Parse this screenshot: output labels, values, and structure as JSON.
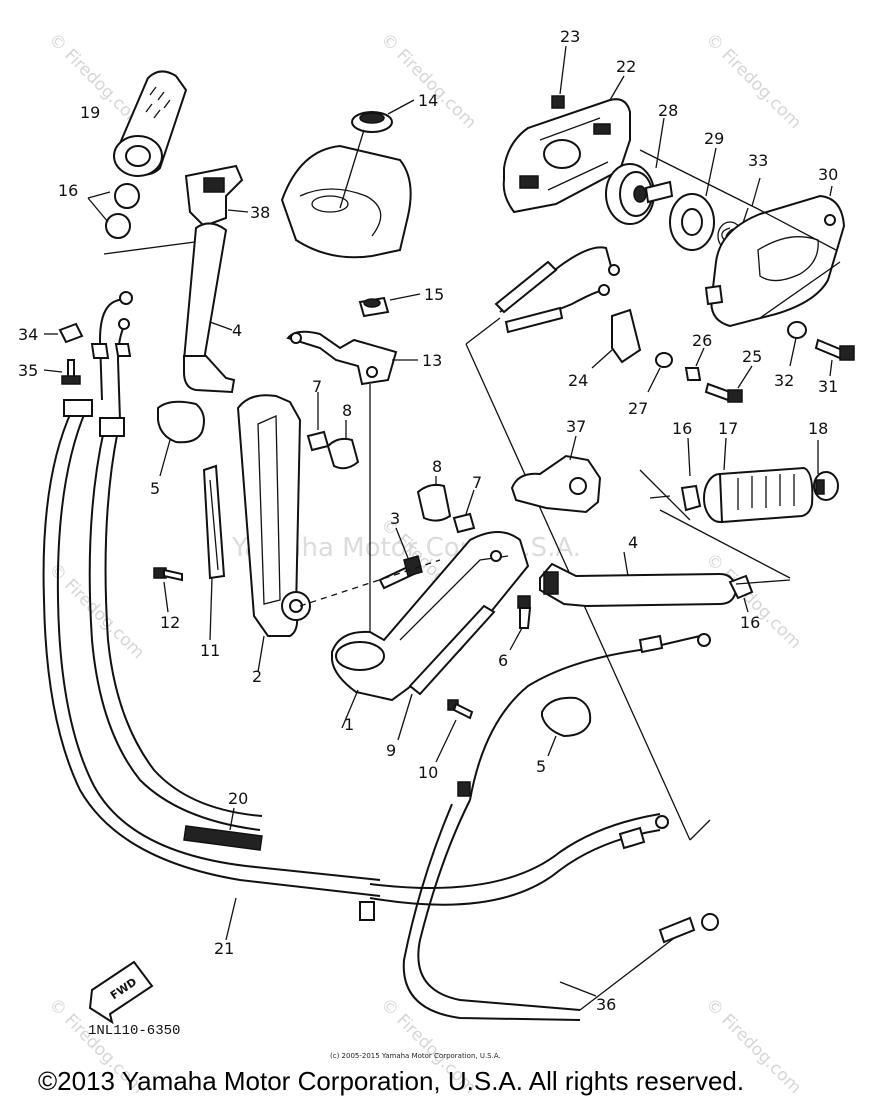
{
  "watermarks": {
    "site": "© Firedog.com",
    "center": "Yamaha Motor Corp. U.S.A."
  },
  "labels": {
    "p1": "1",
    "p2": "2",
    "p3": "3",
    "p4a": "4",
    "p4b": "4",
    "p5a": "5",
    "p5b": "5",
    "p6": "6",
    "p7a": "7",
    "p7b": "7",
    "p8a": "8",
    "p8b": "8",
    "p9": "9",
    "p10": "10",
    "p11": "11",
    "p12": "12",
    "p13": "13",
    "p14": "14",
    "p15": "15",
    "p16a": "16",
    "p16b": "16",
    "p16c": "16",
    "p17": "17",
    "p18": "18",
    "p19": "19",
    "p20": "20",
    "p21": "21",
    "p22": "22",
    "p23": "23",
    "p24": "24",
    "p25": "25",
    "p26": "26",
    "p27": "27",
    "p28": "28",
    "p29": "29",
    "p30": "30",
    "p31": "31",
    "p32": "32",
    "p33": "33",
    "p34": "34",
    "p35": "35",
    "p36": "36",
    "p37": "37",
    "p38": "38"
  },
  "direction_tag": "FWD",
  "diagram_code": "1NL110-6350",
  "small_copyright": "(c) 2005-2015 Yamaha Motor Corporation, U.S.A.",
  "copyright": "©2013 Yamaha Motor Corporation, U.S.A. All rights reserved."
}
